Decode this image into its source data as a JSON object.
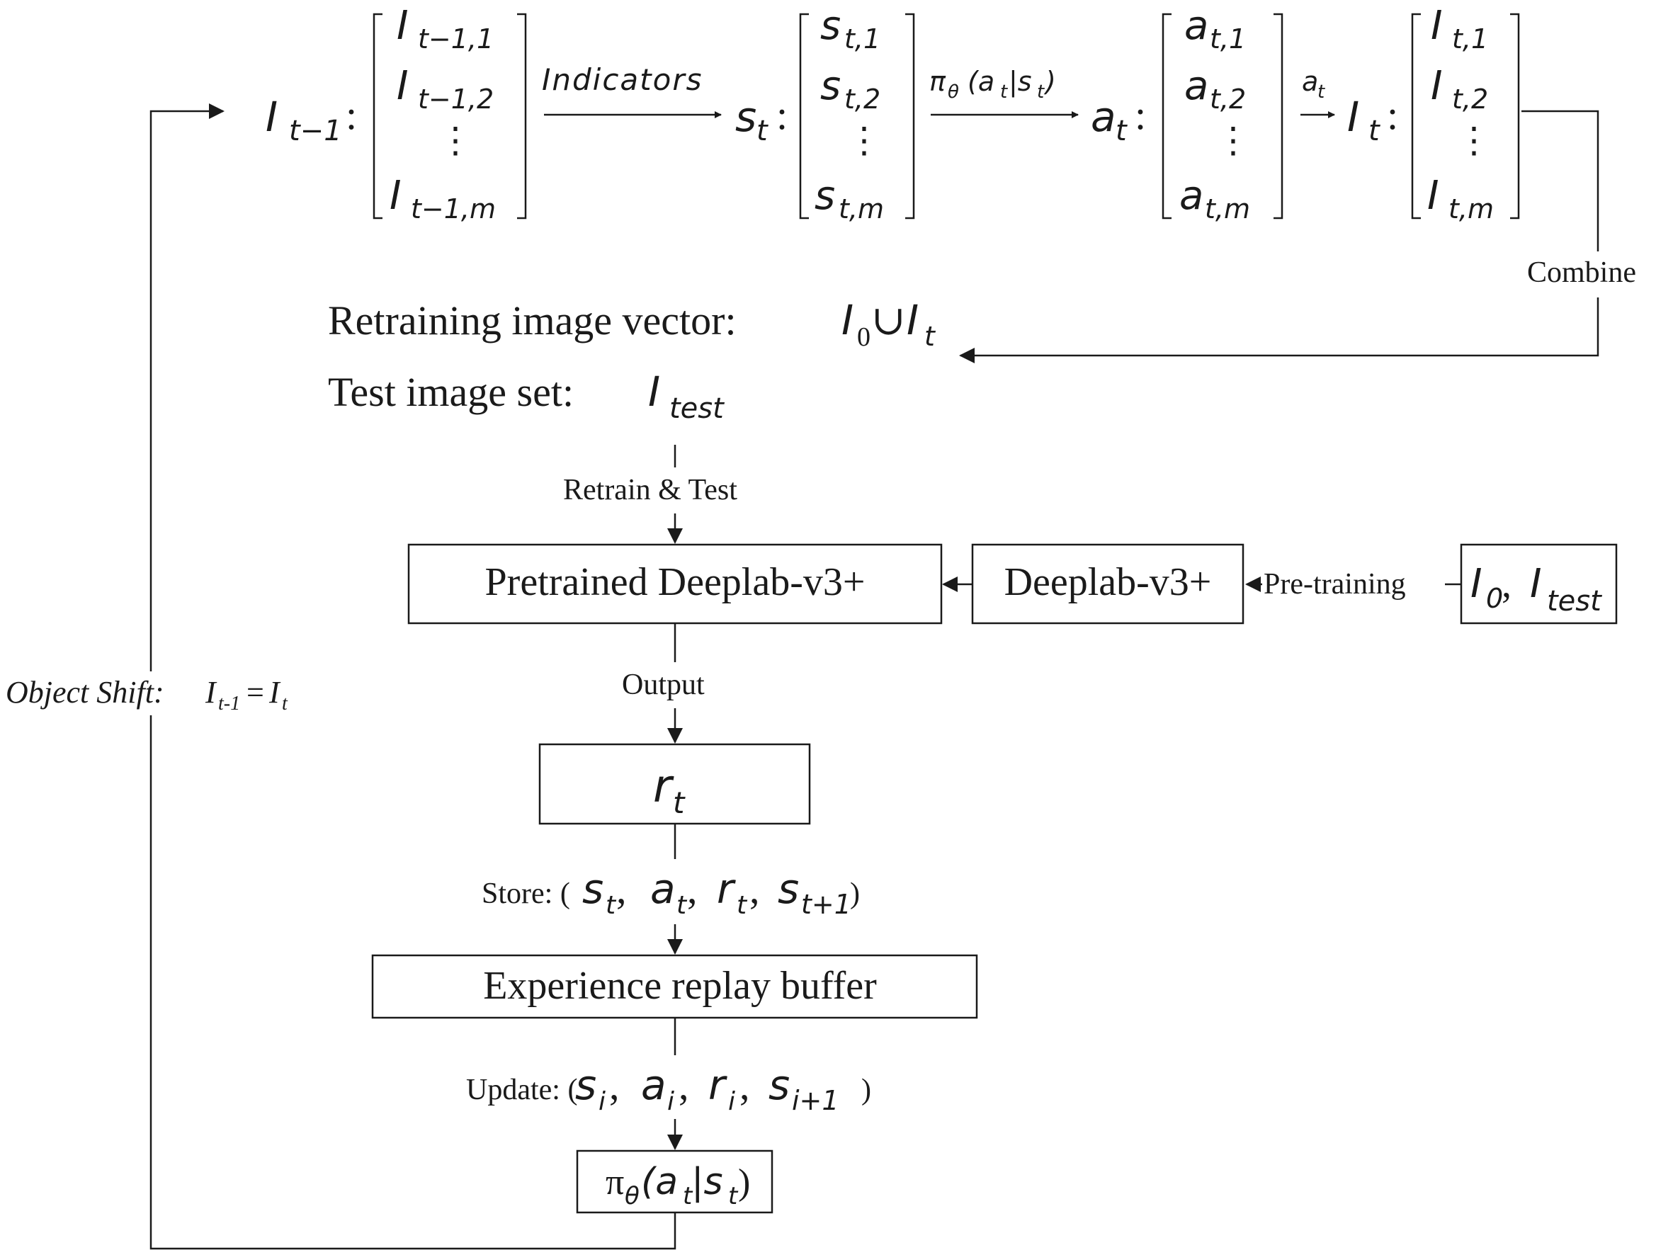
{
  "top": {
    "vec_prev_label": "I",
    "vec_prev_sub": "t−1",
    "vec_prev_items": [
      [
        "I",
        "t−1,1"
      ],
      [
        "I",
        "t−1,2"
      ],
      [
        "⋮",
        ""
      ],
      [
        "I",
        "t−1,m"
      ]
    ],
    "indicators_label": "Indicators",
    "state_label": "s",
    "state_sub": "t",
    "state_items": [
      [
        "s",
        "t,1"
      ],
      [
        "s",
        "t,2"
      ],
      [
        "⋮",
        ""
      ],
      [
        "s",
        "t,m"
      ]
    ],
    "policy_arrow_text": "π",
    "policy_arrow_theta": "θ",
    "policy_arrow_args": "(a",
    "policy_arrow_t1": "t",
    "policy_arrow_bar": "|s",
    "policy_arrow_t2": "t",
    "policy_arrow_close": ")",
    "action_label": "a",
    "action_sub": "t",
    "action_items": [
      [
        "a",
        "t,1"
      ],
      [
        "a",
        "t,2"
      ],
      [
        "⋮",
        ""
      ],
      [
        "a",
        "t,m"
      ]
    ],
    "at_arrow_label": "a",
    "at_arrow_sub": "t",
    "vec_next_label": "I",
    "vec_next_sub": "t",
    "vec_next_items": [
      [
        "I",
        "t,1"
      ],
      [
        "I",
        "t,2"
      ],
      [
        "⋮",
        ""
      ],
      [
        "I",
        "t,m"
      ]
    ],
    "colon": ":"
  },
  "combine_label": "Combine",
  "retraining": {
    "text": "Retraining image vector:",
    "I0": "I",
    "I0_sub": "0",
    "union": "∪",
    "It": "I",
    "It_sub": "t"
  },
  "test_set": {
    "text": "Test image set:",
    "I": "I",
    "sub": "test"
  },
  "retrain_test_label": "Retrain & Test",
  "boxes": {
    "pretrained": "Pretrained Deeplab-v3+",
    "deeplab": "Deeplab-v3+",
    "pretraining_label": "Pre-training",
    "inputs_I0": "I",
    "inputs_I0_sub": "0",
    "inputs_comma": ",",
    "inputs_Itest": "I",
    "inputs_Itest_sub": "test",
    "output_label": "Output",
    "reward": "r",
    "reward_sub": "t",
    "buffer": "Experience replay buffer",
    "policy": "π",
    "policy_theta": "θ",
    "policy_rest": "(a",
    "policy_t1": "t",
    "policy_bar": "|s",
    "policy_t2": "t",
    "policy_close": ")"
  },
  "store": {
    "prefix": "Store: (",
    "items": [
      "s",
      "t",
      "a",
      "t",
      "r",
      "t",
      "s",
      "t+1"
    ],
    "suffix": ")"
  },
  "update": {
    "prefix": "Update: (",
    "items": [
      "s",
      "i",
      "a",
      "i",
      "r",
      "i",
      "s",
      "i+1"
    ],
    "suffix": ")"
  },
  "object_shift": {
    "text": "Object Shift: ",
    "I1": "I",
    "I1_sub": "t-1",
    "eq": "=",
    "I2": "I",
    "I2_sub": "t"
  }
}
